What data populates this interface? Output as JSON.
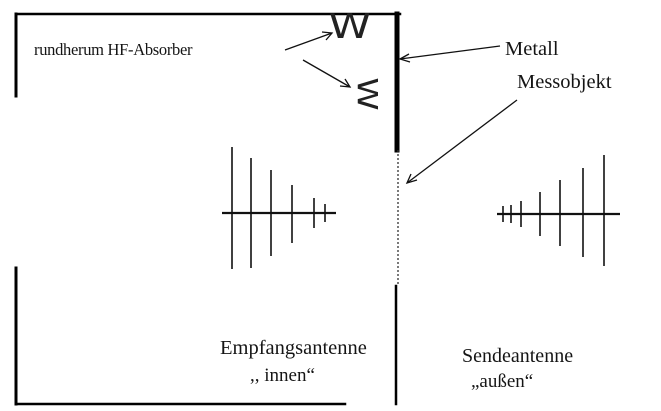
{
  "labels": {
    "absorber": "rundherum HF-Absorber",
    "metall": "Metall",
    "messobjekt": "Messobjekt",
    "receive_antenna": "Empfangsantenne",
    "receive_position": ",, innen“",
    "transmit_antenna": "Sendeantenne",
    "transmit_position": "„außen“"
  },
  "glyphs": {
    "absorber_top": "W",
    "absorber_side": "W"
  },
  "colors": {
    "line": "#111111",
    "wall": "#000000"
  }
}
